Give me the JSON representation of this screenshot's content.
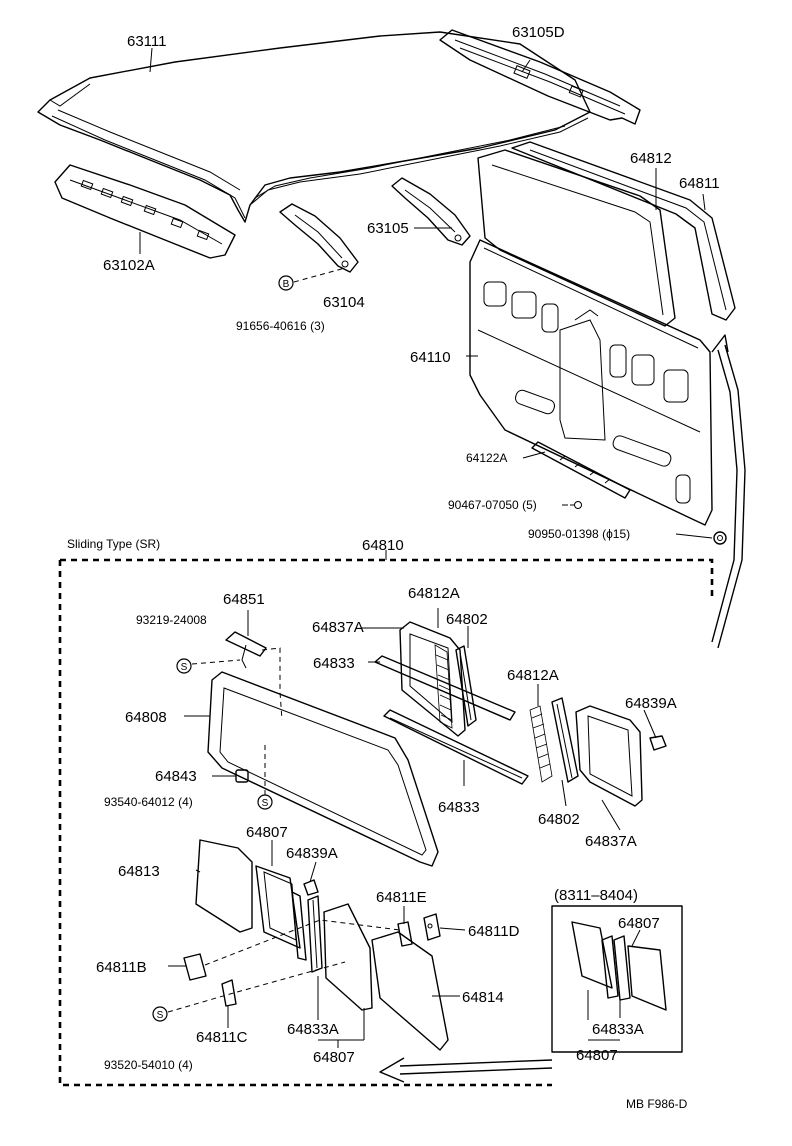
{
  "diagram": {
    "section_title": "Sliding Type (SR)",
    "inset_title": "(8311–8404)",
    "footer_code": "MB F986-D",
    "parts": {
      "p63111": "63111",
      "p63105D": "63105D",
      "p64812": "64812",
      "p64811": "64811",
      "p63102A": "63102A",
      "p63105": "63105",
      "p63104": "63104",
      "p91656": "91656-40616 (3)",
      "p64110": "64110",
      "p64122A": "64122A",
      "p90467": "90467-07050 (5)",
      "p90950": "90950-01398 (ϕ15)",
      "p64810": "64810",
      "p64851": "64851",
      "p93219": "93219-24008",
      "p64812A_1": "64812A",
      "p64837A_1": "64837A",
      "p64802_1": "64802",
      "p64833_1": "64833",
      "p64808": "64808",
      "p64812A_2": "64812A",
      "p64839A_1": "64839A",
      "p64843": "64843",
      "p93540": "93540-64012 (4)",
      "p64833_2": "64833",
      "p64802_2": "64802",
      "p64837A_2": "64837A",
      "p64807_1": "64807",
      "p64813": "64813",
      "p64839A_2": "64839A",
      "p64811E": "64811E",
      "p64811D": "64811D",
      "p64811B": "64811B",
      "p64814": "64814",
      "p64811C": "64811C",
      "p64833A_1": "64833A",
      "p64807_2": "64807",
      "p93520": "93520-54010 (4)",
      "p64807_3": "64807",
      "p64833A_2": "64833A",
      "p64807_4": "64807"
    },
    "fastener_symbols": {
      "bolt": "B",
      "screw": "S"
    }
  }
}
